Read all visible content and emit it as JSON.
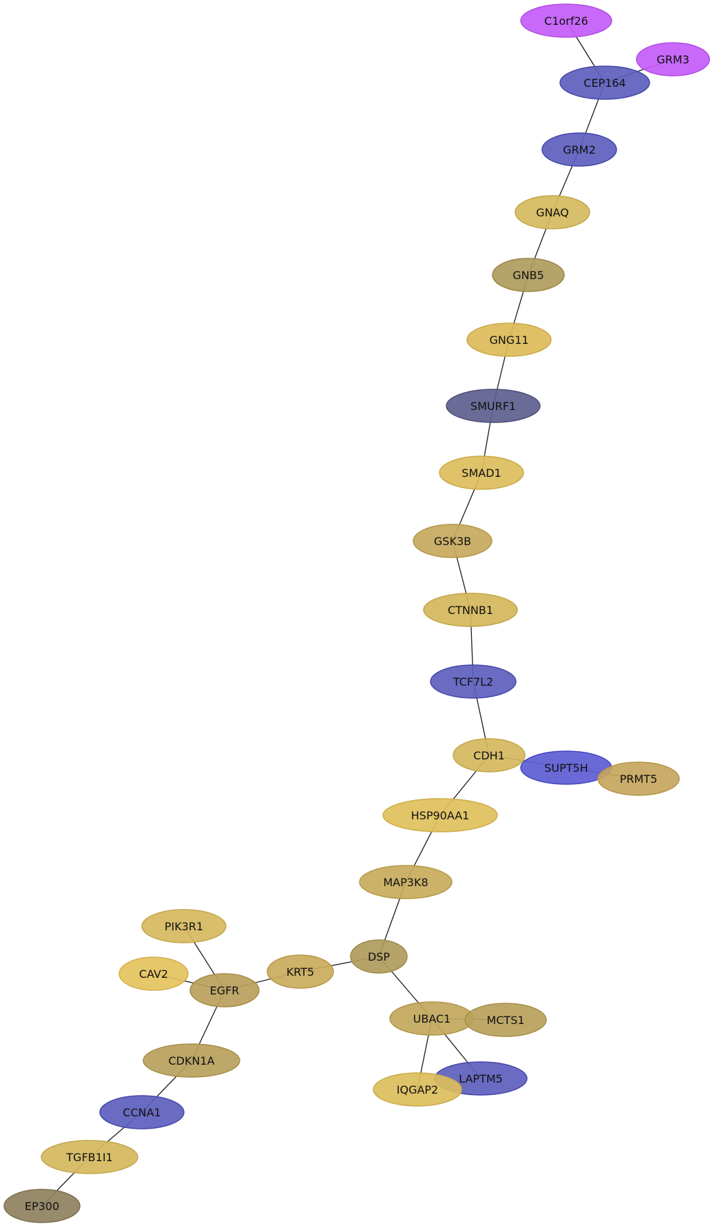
{
  "nodes": [
    {
      "id": "C1orf26",
      "label": "C1orf26",
      "color": "#c35cf8",
      "stroke": "#b04be4"
    },
    {
      "id": "GRM3",
      "label": "GRM3",
      "color": "#c35cf8",
      "stroke": "#b04be4"
    },
    {
      "id": "CEP164",
      "label": "CEP164",
      "color": "#5d5ebd",
      "stroke": "#4546a8"
    },
    {
      "id": "GRM2",
      "label": "GRM2",
      "color": "#5d5ebd",
      "stroke": "#4546a8"
    },
    {
      "id": "GNAQ",
      "label": "GNAQ",
      "color": "#d5ba5e",
      "stroke": "#c4a646"
    },
    {
      "id": "GNB5",
      "label": "GNB5",
      "color": "#b09b5c",
      "stroke": "#9c8846"
    },
    {
      "id": "GNG11",
      "label": "GNG11",
      "color": "#dcbb59",
      "stroke": "#caa843"
    },
    {
      "id": "SMURF1",
      "label": "SMURF1",
      "color": "#5d5e8d",
      "stroke": "#4a4b78"
    },
    {
      "id": "SMAD1",
      "label": "SMAD1",
      "color": "#dcbd5c",
      "stroke": "#cba946"
    },
    {
      "id": "GSK3B",
      "label": "GSK3B",
      "color": "#c5a95d",
      "stroke": "#b39547"
    },
    {
      "id": "CTNNB1",
      "label": "CTNNB1",
      "color": "#d4b75b",
      "stroke": "#c2a345"
    },
    {
      "id": "TCF7L2",
      "label": "TCF7L2",
      "color": "#5d5ebd",
      "stroke": "#4546a8"
    },
    {
      "id": "CDH1",
      "label": "CDH1",
      "color": "#d5b95e",
      "stroke": "#c3a548"
    },
    {
      "id": "SUPT5H",
      "label": "SUPT5H",
      "color": "#5c5dd4",
      "stroke": "#4445c0"
    },
    {
      "id": "PRMT5",
      "label": "PRMT5",
      "color": "#c5a65d",
      "stroke": "#b39247"
    },
    {
      "id": "HSP90AA1",
      "label": "HSP90AA1",
      "color": "#dfc05c",
      "stroke": "#ceac46"
    },
    {
      "id": "MAP3K8",
      "label": "MAP3K8",
      "color": "#c8ab5c",
      "stroke": "#b69746"
    },
    {
      "id": "DSP",
      "label": "DSP",
      "color": "#b09b5c",
      "stroke": "#9c8846"
    },
    {
      "id": "PIK3R1",
      "label": "PIK3R1",
      "color": "#d6b95e",
      "stroke": "#c4a548"
    },
    {
      "id": "CAV2",
      "label": "CAV2",
      "color": "#e4c25c",
      "stroke": "#d3ae46"
    },
    {
      "id": "EGFR",
      "label": "EGFR",
      "color": "#b99f5c",
      "stroke": "#a58b46"
    },
    {
      "id": "KRT5",
      "label": "KRT5",
      "color": "#c9ab5c",
      "stroke": "#b79746"
    },
    {
      "id": "UBAC1",
      "label": "UBAC1",
      "color": "#c2a75c",
      "stroke": "#b09346"
    },
    {
      "id": "MCTS1",
      "label": "MCTS1",
      "color": "#b9a15c",
      "stroke": "#a58d46"
    },
    {
      "id": "LAPTM5",
      "label": "LAPTM5",
      "color": "#5d5ebd",
      "stroke": "#4546a8"
    },
    {
      "id": "IQGAP2",
      "label": "IQGAP2",
      "color": "#dcbe5c",
      "stroke": "#cbaa46"
    },
    {
      "id": "CDKN1A",
      "label": "CDKN1A",
      "color": "#b9a15c",
      "stroke": "#a58d46"
    },
    {
      "id": "CCNA1",
      "label": "CCNA1",
      "color": "#5d5ebd",
      "stroke": "#4546a8"
    },
    {
      "id": "TGFB1I1",
      "label": "TGFB1I1",
      "color": "#d5b95e",
      "stroke": "#c3a548"
    },
    {
      "id": "EP300",
      "label": "EP300",
      "color": "#8e815e",
      "stroke": "#7a6d4a"
    }
  ],
  "edges": [
    [
      "C1orf26",
      "CEP164"
    ],
    [
      "GRM3",
      "CEP164"
    ],
    [
      "CEP164",
      "GRM2"
    ],
    [
      "GRM2",
      "GNAQ"
    ],
    [
      "GNAQ",
      "GNB5"
    ],
    [
      "GNB5",
      "GNG11"
    ],
    [
      "GNG11",
      "SMURF1"
    ],
    [
      "SMURF1",
      "SMAD1"
    ],
    [
      "SMAD1",
      "GSK3B"
    ],
    [
      "GSK3B",
      "CTNNB1"
    ],
    [
      "CTNNB1",
      "TCF7L2"
    ],
    [
      "TCF7L2",
      "CDH1"
    ],
    [
      "CDH1",
      "SUPT5H"
    ],
    [
      "SUPT5H",
      "PRMT5"
    ],
    [
      "CDH1",
      "HSP90AA1"
    ],
    [
      "HSP90AA1",
      "MAP3K8"
    ],
    [
      "MAP3K8",
      "DSP"
    ],
    [
      "DSP",
      "KRT5"
    ],
    [
      "KRT5",
      "EGFR"
    ],
    [
      "PIK3R1",
      "EGFR"
    ],
    [
      "CAV2",
      "EGFR"
    ],
    [
      "EGFR",
      "CDKN1A"
    ],
    [
      "CDKN1A",
      "CCNA1"
    ],
    [
      "CCNA1",
      "TGFB1I1"
    ],
    [
      "TGFB1I1",
      "EP300"
    ],
    [
      "DSP",
      "UBAC1"
    ],
    [
      "UBAC1",
      "MCTS1"
    ],
    [
      "UBAC1",
      "LAPTM5"
    ],
    [
      "UBAC1",
      "IQGAP2"
    ]
  ]
}
